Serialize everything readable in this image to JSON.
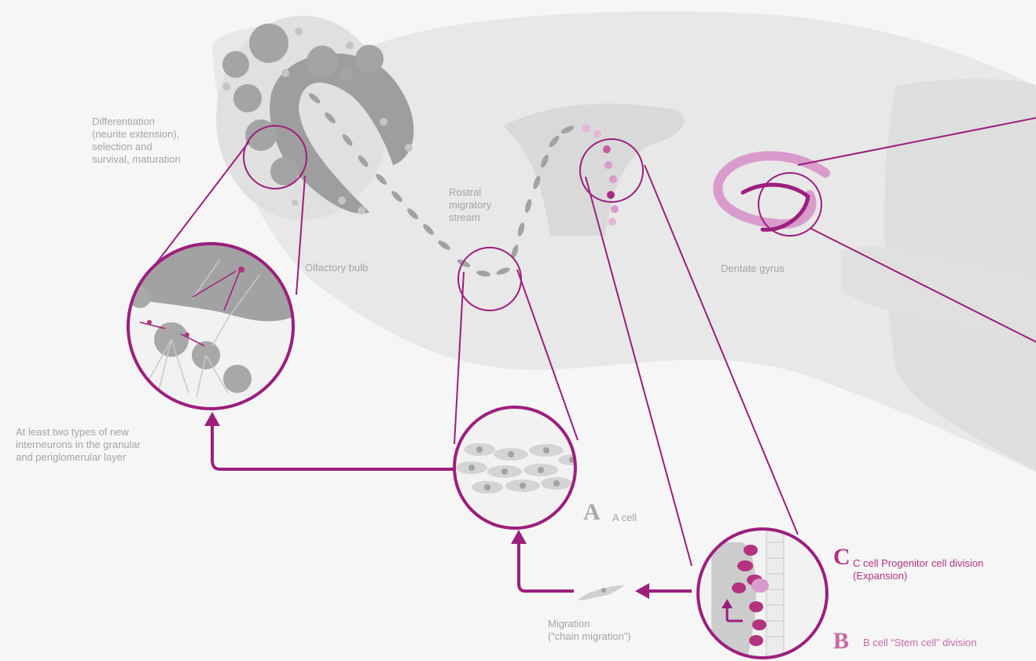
{
  "labels": {
    "differentiation": "Differentiation\n(neurite extension),\nselection and\nsurvival, maturation",
    "rostral_stream": "Rostral\nmigratory\nstream",
    "olfactory_bulb": "Olfactory bulb",
    "dentate_gyrus": "Dentate gyrus",
    "new_interneurons": "At least two types of new\ninterneurons in the granular\nand periglomerular layer",
    "a_letter": "A",
    "a_cell": "A cell",
    "c_letter": "C",
    "c_cell": "C cell  Progenitor cell division\n(Expansion)",
    "b_letter": "B",
    "b_cell": "B cell  “Stem cell” division",
    "migration": "Migration\n(“chain migration”)"
  },
  "colors": {
    "background": "#f6f6f6",
    "brain": "#e7e7e7",
    "structure": "#d8d8d8",
    "gray_cells": "#a8a8a8",
    "magenta": "#9c1f7e",
    "pink": "#d99bcb",
    "label_gray": "#a4a4a4"
  }
}
